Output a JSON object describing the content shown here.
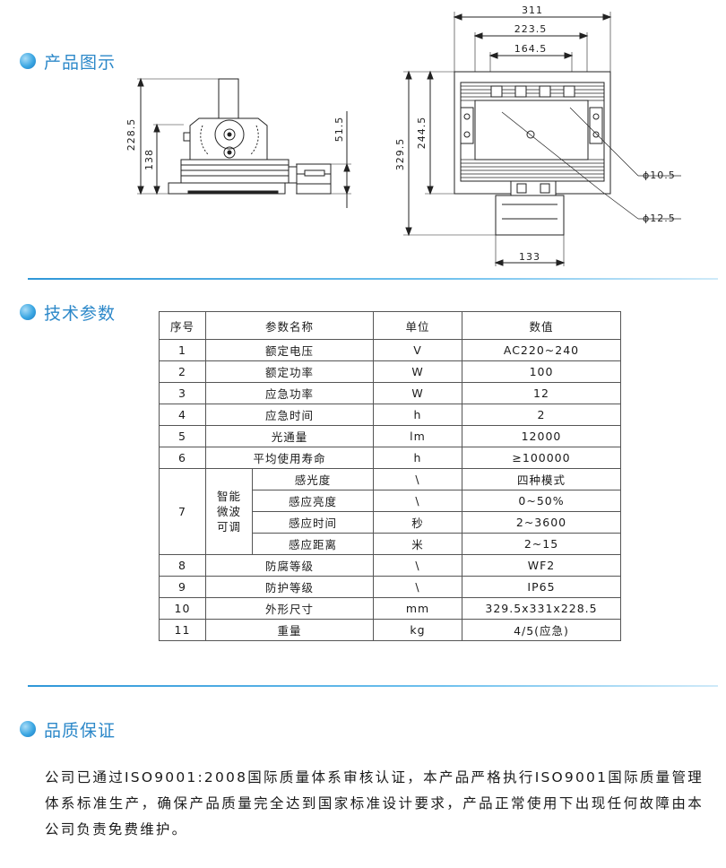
{
  "sections": {
    "product": {
      "title": "产品图示"
    },
    "tech": {
      "title": "技术参数"
    },
    "quality": {
      "title": "品质保证"
    }
  },
  "figure": {
    "side_view": {
      "height_total": "228.5",
      "height_body": "138",
      "height_box": "51.5"
    },
    "front_view": {
      "width_total": "311",
      "width_inner": "223.5",
      "width_core": "164.5",
      "height_total": "329.5",
      "height_body": "244.5",
      "hole_small": "ϕ10.5",
      "hole_large": "ϕ12.5",
      "bracket_width": "133"
    }
  },
  "table": {
    "headers": [
      "序号",
      "参数名称",
      "单位",
      "数值"
    ],
    "rows": [
      {
        "no": "1",
        "name": "额定电压",
        "unit": "V",
        "value": "AC220~240"
      },
      {
        "no": "2",
        "name": "额定功率",
        "unit": "W",
        "value": "100"
      },
      {
        "no": "3",
        "name": "应急功率",
        "unit": "W",
        "value": "12"
      },
      {
        "no": "4",
        "name": "应急时间",
        "unit": "h",
        "value": "2"
      },
      {
        "no": "5",
        "name": "光通量",
        "unit": "lm",
        "value": "12000"
      },
      {
        "no": "6",
        "name": "平均使用寿命",
        "unit": "h",
        "value": "≥100000"
      }
    ],
    "group": {
      "no": "7",
      "label_line1": "智能",
      "label_line2": "微波",
      "label_line3": "可调",
      "rows": [
        {
          "name": "感光度",
          "unit": "\\",
          "value": "四种模式"
        },
        {
          "name": "感应亮度",
          "unit": "\\",
          "value": "0~50%"
        },
        {
          "name": "感应时间",
          "unit": "秒",
          "value": "2~3600"
        },
        {
          "name": "感应距离",
          "unit": "米",
          "value": "2~15"
        }
      ]
    },
    "rows_after": [
      {
        "no": "8",
        "name": "防腐等级",
        "unit": "\\",
        "value": "WF2"
      },
      {
        "no": "9",
        "name": "防护等级",
        "unit": "\\",
        "value": "IP65"
      },
      {
        "no": "10",
        "name": "外形尺寸",
        "unit": "mm",
        "value": "329.5x331x228.5"
      },
      {
        "no": "11",
        "name": "重量",
        "unit": "kg",
        "value": "4/5(应急)"
      }
    ]
  },
  "quality_text": "公司已通过ISO9001:2008国际质量体系审核认证，本产品严格执行ISO9001国际质量管理体系标准生产，确保产品质量完全达到国家标准设计要求，产品正常使用下出现任何故障由本公司负责免费维护。"
}
